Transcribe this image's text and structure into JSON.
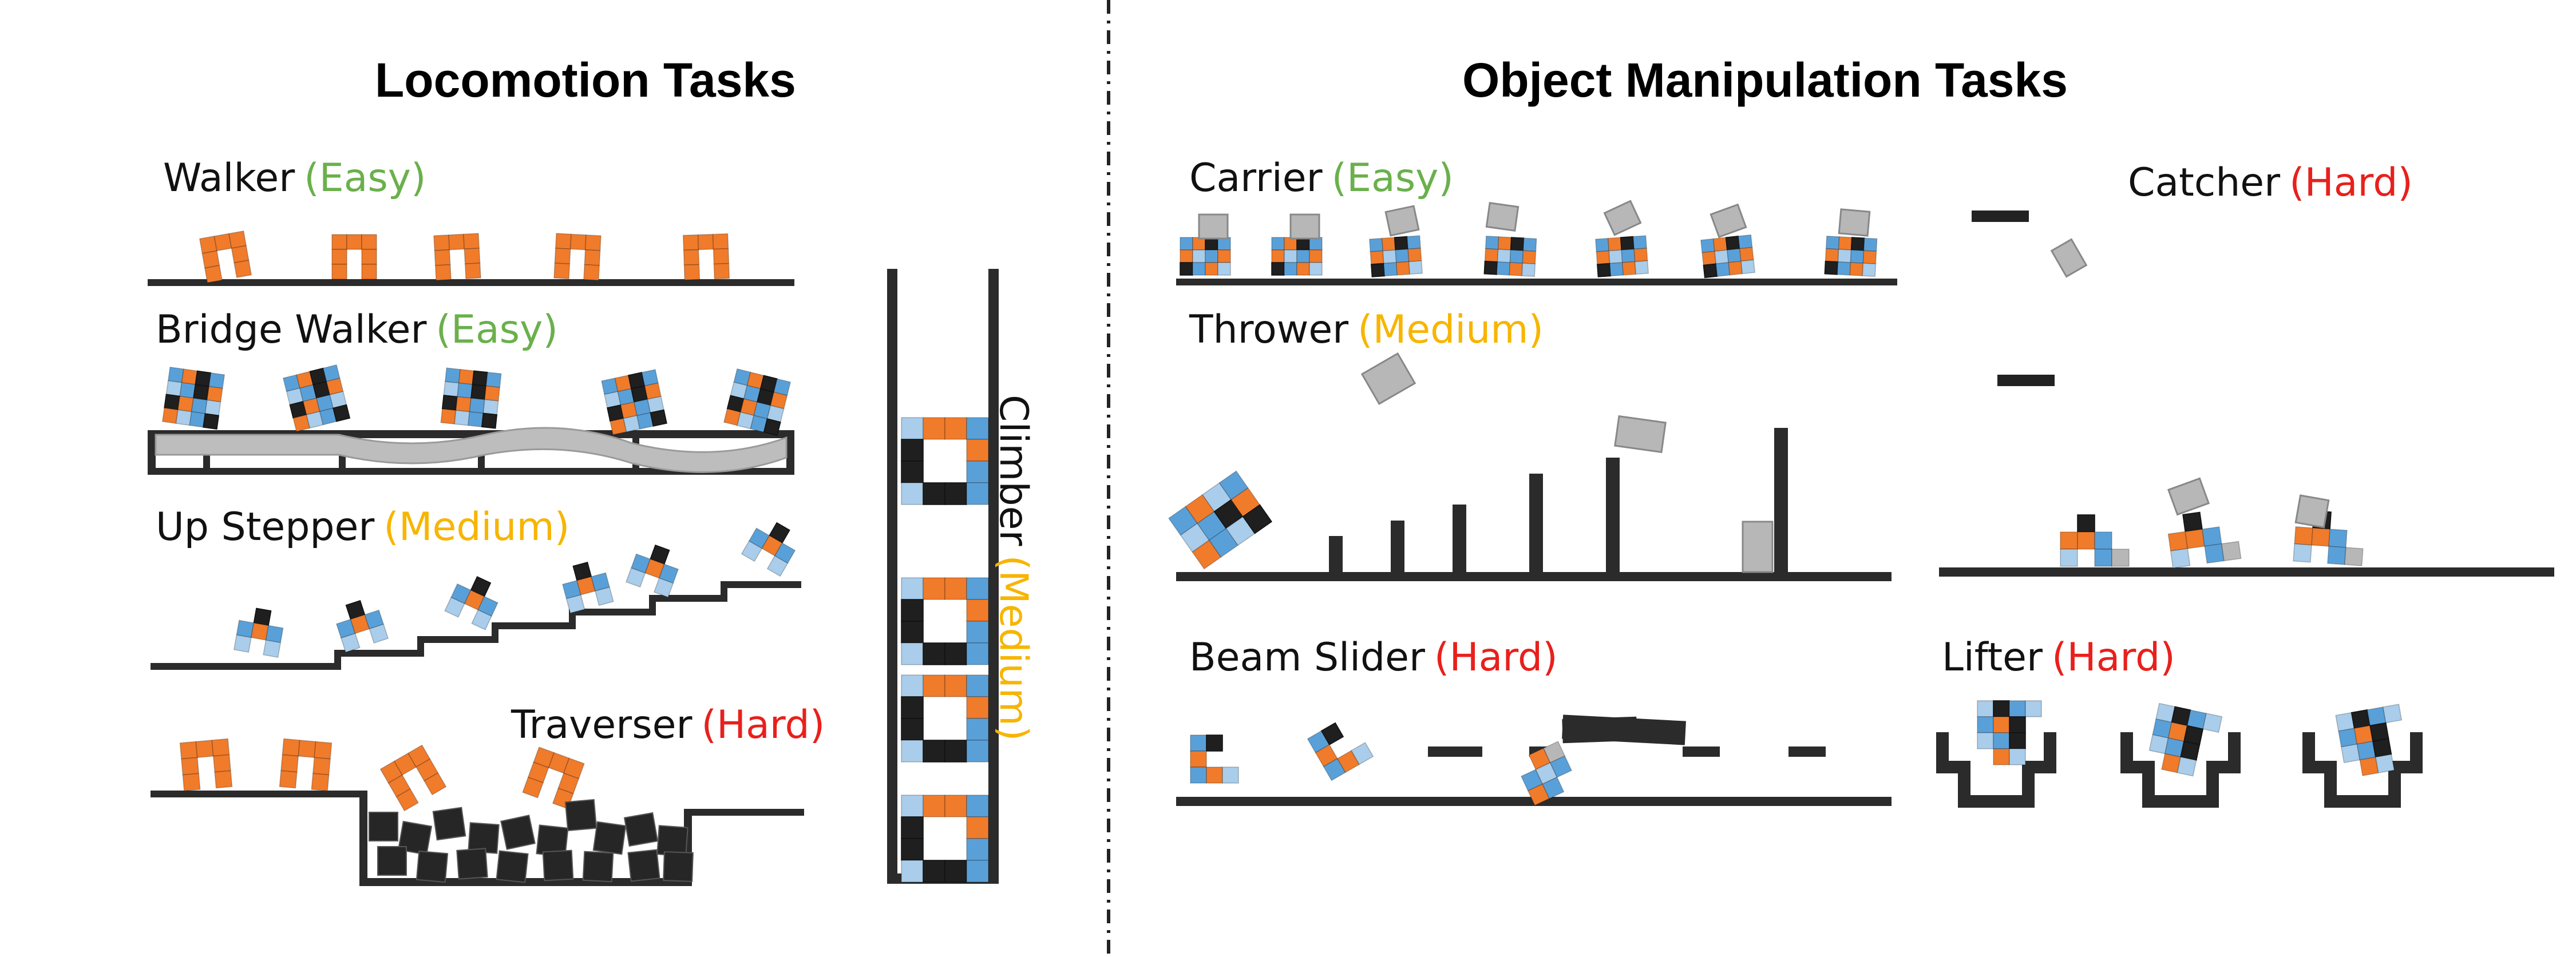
{
  "headers": {
    "locomotion": "Locomotion Tasks",
    "manipulation": "Object Manipulation Tasks"
  },
  "tasks": [
    {
      "name": "Walker",
      "difficulty": "(Easy)"
    },
    {
      "name": "Bridge Walker",
      "difficulty": "(Easy)"
    },
    {
      "name": "Up Stepper",
      "difficulty": "(Medium)"
    },
    {
      "name": "Traverser",
      "difficulty": "(Hard)"
    },
    {
      "name": "Climber",
      "difficulty": "(Medium)"
    },
    {
      "name": "Carrier",
      "difficulty": "(Easy)"
    },
    {
      "name": "Catcher",
      "difficulty": "(Hard)"
    },
    {
      "name": "Thrower",
      "difficulty": "(Medium)"
    },
    {
      "name": "Beam Slider",
      "difficulty": "(Hard)"
    },
    {
      "name": "Lifter",
      "difficulty": "(Hard)"
    }
  ],
  "colors": {
    "easy": "#6ab04c",
    "medium": "#f7b500",
    "hard": "#e8201c",
    "ground": "#2b2b2b",
    "orange": "#f07b2b",
    "blue": "#5aa0d8",
    "lightblue": "#a9cdea",
    "gray": "#b7b7b7",
    "black": "#1f1f1f"
  }
}
